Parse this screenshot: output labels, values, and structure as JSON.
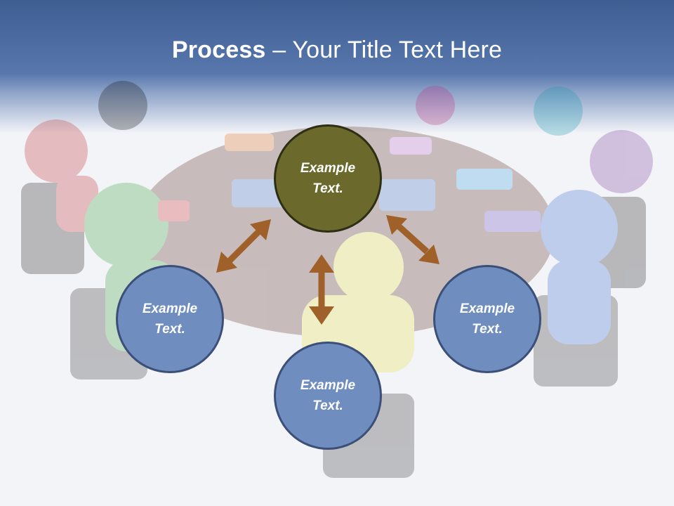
{
  "slide": {
    "title_bold": "Process",
    "title_rest": " – Your Title Text Here"
  },
  "nodes": {
    "center": "Example\nText.",
    "left": "Example\nText.",
    "bottom": "Example\nText.",
    "right": "Example\nText."
  },
  "colors": {
    "header": "#4f6fa5",
    "center_node": "#6b6a2c",
    "outer_node": "#6f8dbf",
    "arrow": "#a0602a"
  }
}
